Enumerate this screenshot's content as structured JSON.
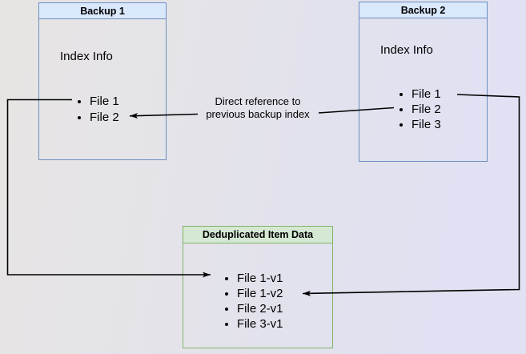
{
  "colors": {
    "bg_left": "#e7e5e3",
    "bg_right": "#e0e1f2",
    "blue_header_fill": "#dae8fc",
    "blue_border": "#6c8ebf",
    "green_header_fill": "#d5e8d4",
    "green_border": "#82b366",
    "connector": "#000000",
    "text": "#000000"
  },
  "boxes": {
    "backup1": {
      "title": "Backup 1",
      "subtitle": "Index Info",
      "files": [
        "File 1",
        "File 2"
      ]
    },
    "backup2": {
      "title": "Backup 2",
      "subtitle": "Index Info",
      "files": [
        "File 1",
        "File 2",
        "File 3"
      ]
    },
    "dedup": {
      "title": "Deduplicated Item Data",
      "files": [
        "File 1-v1",
        "File 1-v2",
        "File 2-v1",
        "File 3-v1"
      ]
    }
  },
  "annotations": {
    "direct_reference_line1": "Direct reference to",
    "direct_reference_line2": "previous backup index"
  },
  "connectors": [
    {
      "from": "backup1-file-1",
      "to": "dedup-file-1-v1",
      "label": ""
    },
    {
      "from": "backup2-file-1",
      "to": "dedup-file-1-v2",
      "label": ""
    },
    {
      "from": "backup2-file-2",
      "to": "backup1-file-2",
      "label": "Direct reference to previous backup index"
    }
  ]
}
